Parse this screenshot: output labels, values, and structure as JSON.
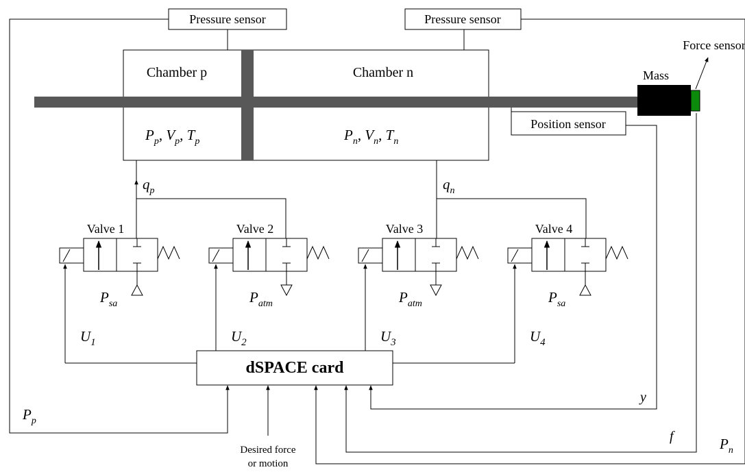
{
  "diagram": {
    "sensors": {
      "pressure_left": "Pressure sensor",
      "pressure_right": "Pressure sensor",
      "force": "Force sensor",
      "position": "Position sensor"
    },
    "cylinder": {
      "chamber_p": "Chamber p",
      "chamber_n": "Chamber n",
      "mass": "Mass"
    },
    "valves": [
      {
        "label": "Valve 1",
        "supply_base": "P",
        "supply_sub": "sa",
        "control_base": "U",
        "control_sub": "1"
      },
      {
        "label": "Valve 2",
        "supply_base": "P",
        "supply_sub": "atm",
        "control_base": "U",
        "control_sub": "2"
      },
      {
        "label": "Valve 3",
        "supply_base": "P",
        "supply_sub": "atm",
        "control_base": "U",
        "control_sub": "3"
      },
      {
        "label": "Valve 4",
        "supply_base": "P",
        "supply_sub": "sa",
        "control_base": "U",
        "control_sub": "4"
      }
    ],
    "controller": {
      "label": "dSPACE card"
    },
    "flows": {
      "qp_base": "q",
      "qp_sub": "p",
      "qn_base": "q",
      "qn_sub": "n"
    },
    "state_p": {
      "P": "P",
      "p_sub": "p",
      "V": "V",
      "v_sub": "p",
      "T": "T",
      "t_sub": "p"
    },
    "state_n": {
      "P": "P",
      "p_sub": "n",
      "V": "V",
      "v_sub": "n",
      "T": "T",
      "t_sub": "n"
    },
    "signals": {
      "y": "y",
      "f": "f",
      "Pp_base": "P",
      "Pp_sub": "p",
      "Pn_base": "P",
      "Pn_sub": "n"
    },
    "input": {
      "line1": "Desired force",
      "line2": "or motion"
    },
    "colors": {
      "rod": "#585858",
      "mass": "#000000",
      "force_sensor": "#0b8a0b"
    }
  }
}
